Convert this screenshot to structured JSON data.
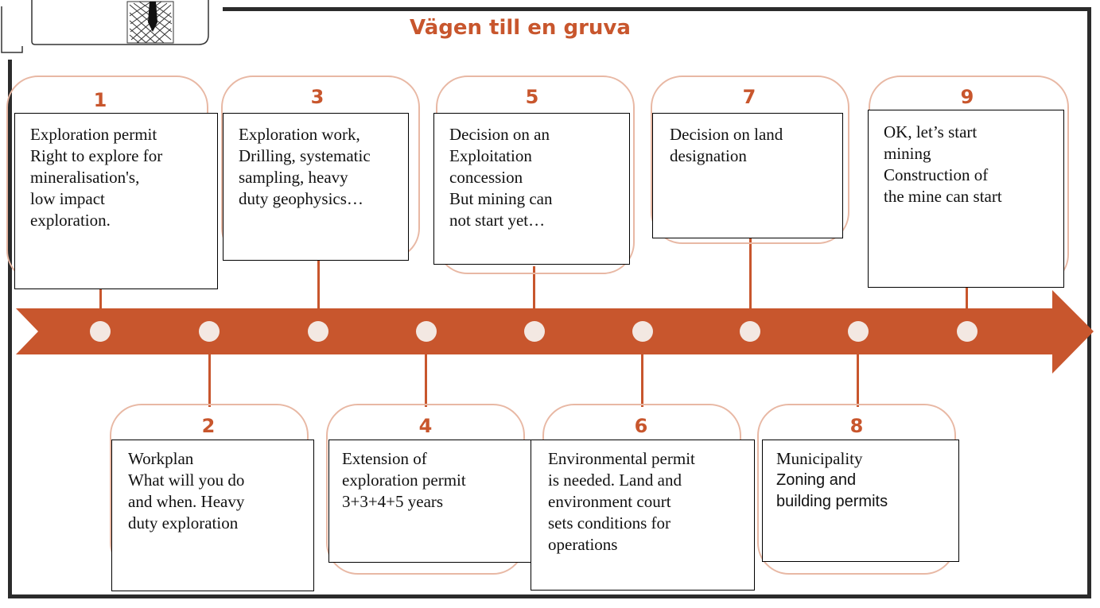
{
  "title": "Vägen till en gruva",
  "colors": {
    "accent": "#c8562d",
    "tab_border": "#e8b8a4",
    "frame": "#2b2b2b"
  },
  "steps": [
    {
      "num": "1",
      "text": "Exploration permit\nRight to explore for\nmineralisation's,\nlow impact\nexploration."
    },
    {
      "num": "2",
      "text": "Workplan\nWhat will you do\nand when. Heavy\nduty exploration"
    },
    {
      "num": "3",
      "text": "Exploration work,\nDrilling, systematic\nsampling, heavy\nduty geophysics…"
    },
    {
      "num": "4",
      "text": "Extension of\nexploration permit\n3+3+4+5 years"
    },
    {
      "num": "5",
      "text": "Decision on  an\nExploitation\nconcession\nBut mining can\nnot start yet…"
    },
    {
      "num": "6",
      "text": "Environmental permit\nis needed. Land and\nenvironment court\nsets conditions for\noperations"
    },
    {
      "num": "7",
      "text": "Decision on  land\ndesignation"
    },
    {
      "num": "8",
      "text": "Municipality\nZoning and\nbuilding permits"
    },
    {
      "num": "9",
      "text": "OK, let’s start\nmining\nConstruction of\nthe mine can start"
    }
  ]
}
